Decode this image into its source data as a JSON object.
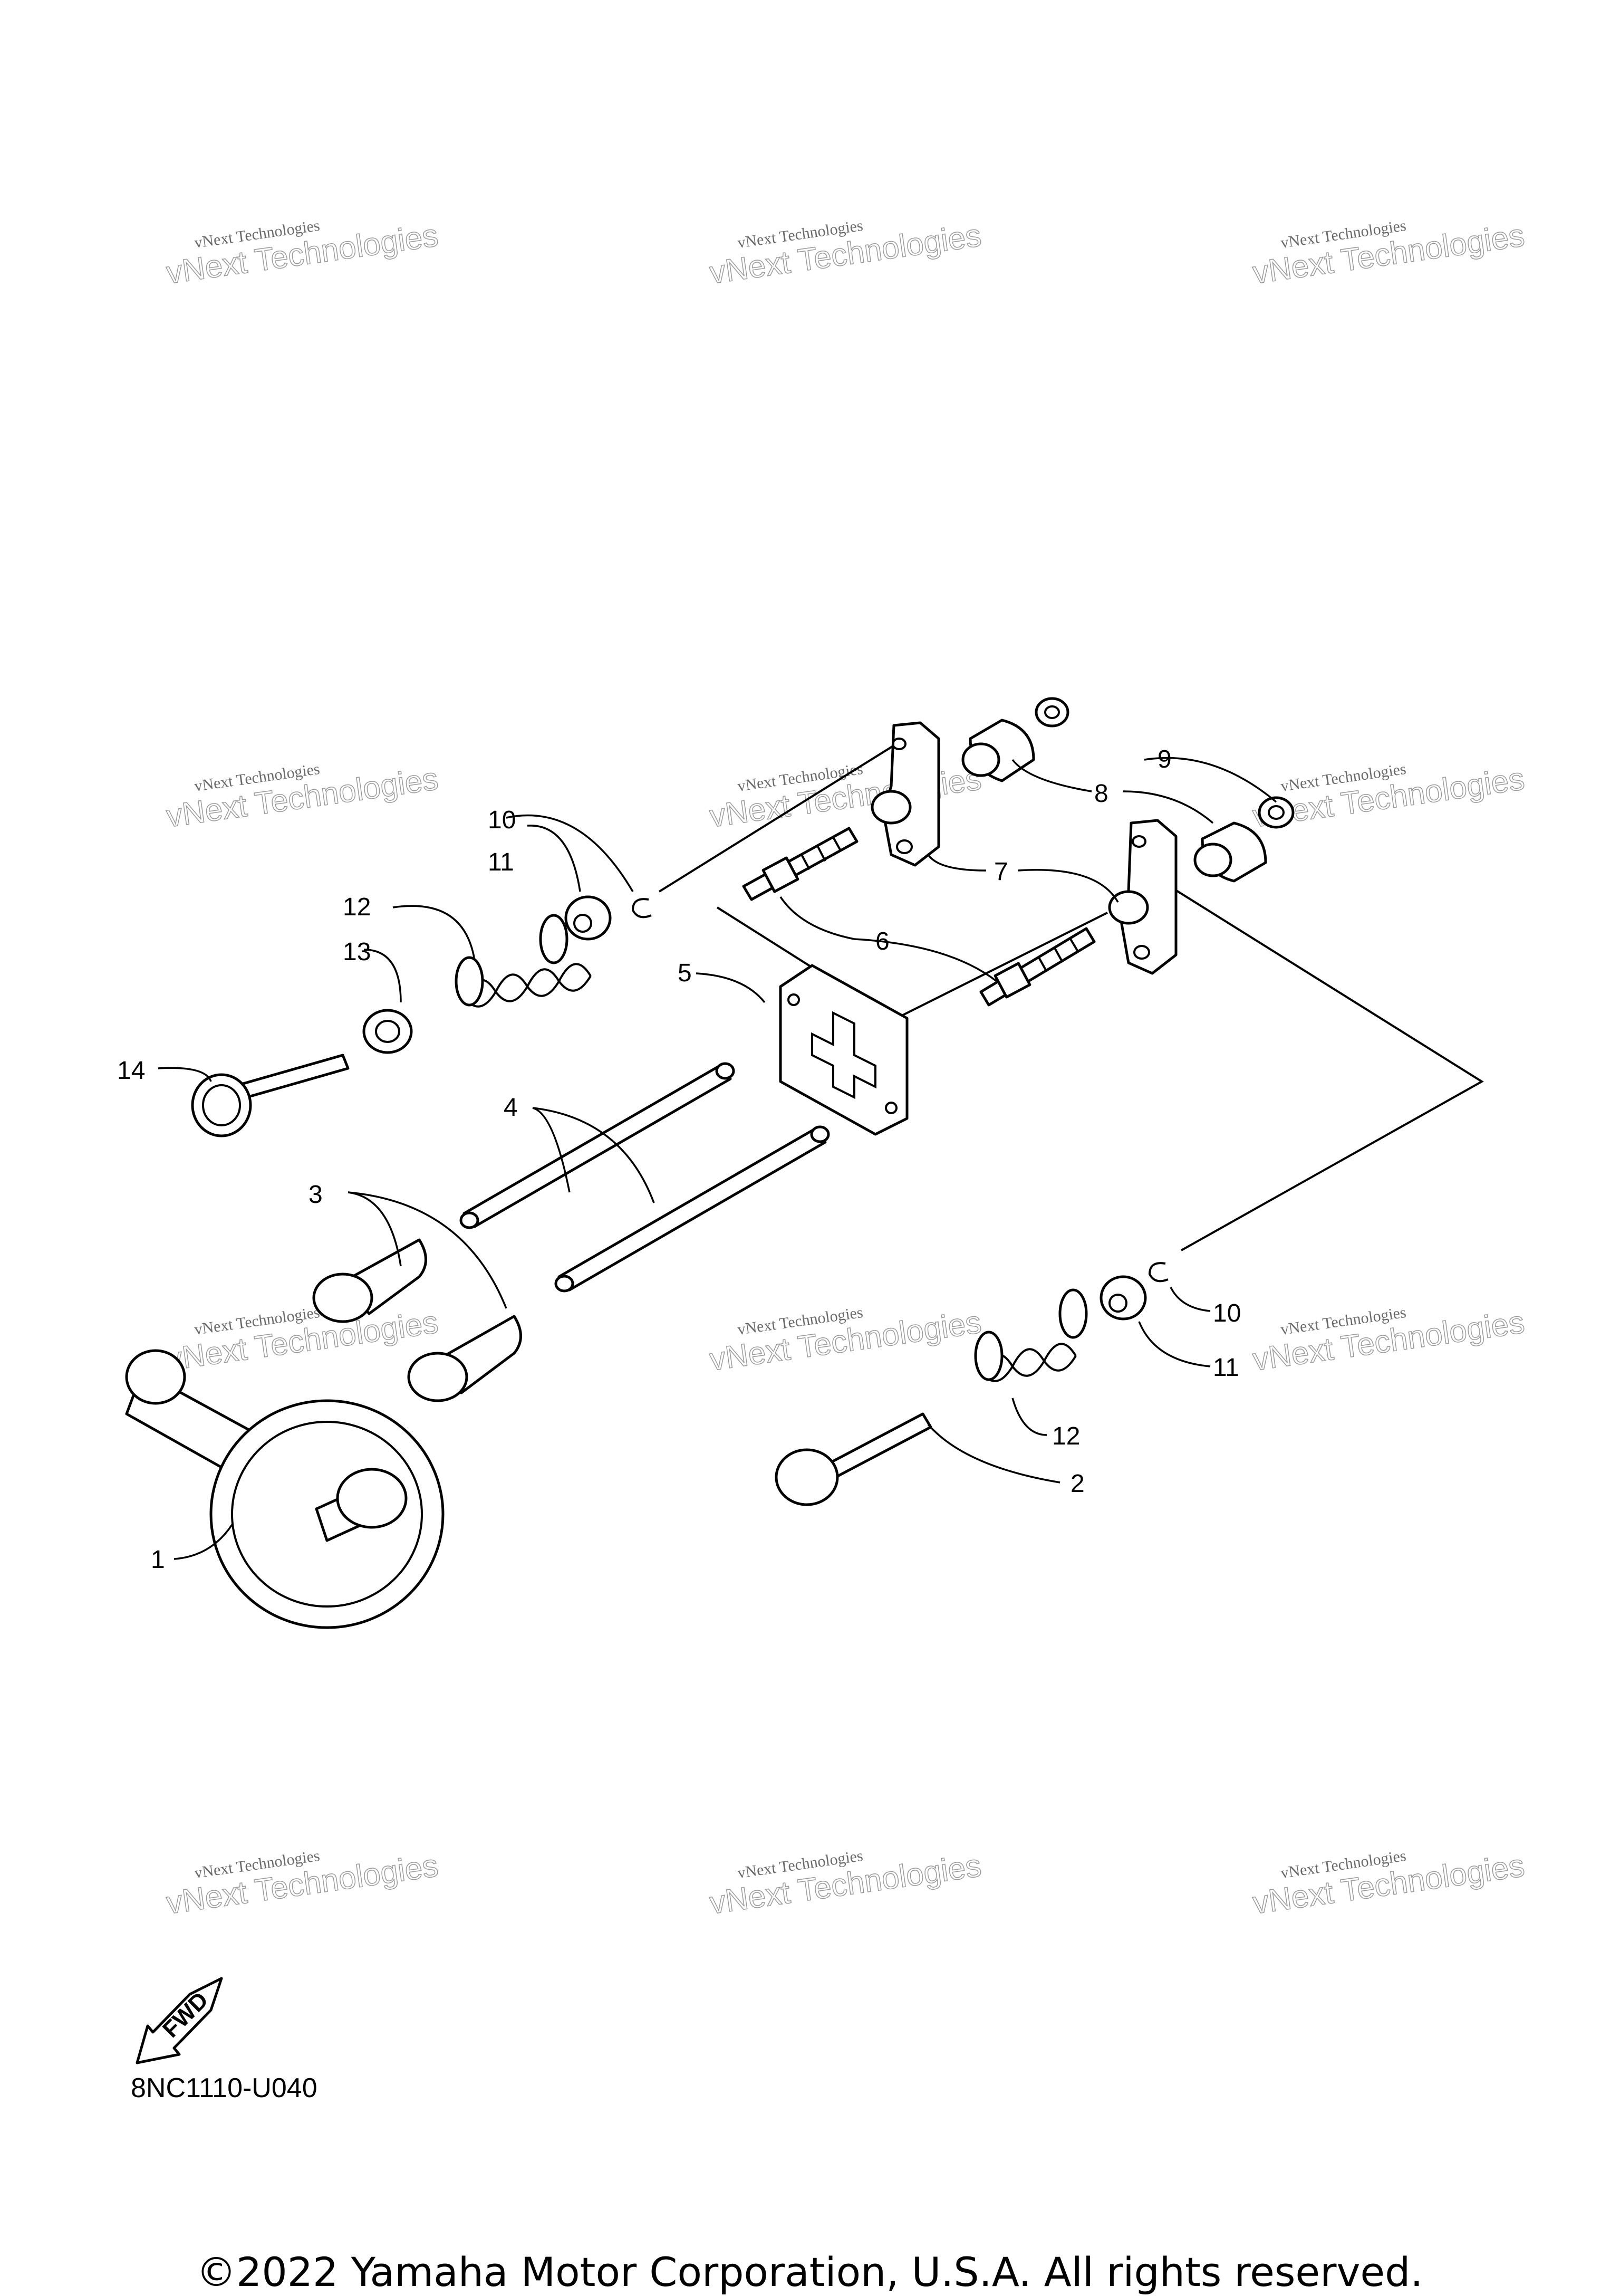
{
  "diagram": {
    "code": "8NC1110-U040",
    "copyright": "©2022 Yamaha Motor Corporation, U.S.A. All rights reserved.",
    "fwd_label": "FWD",
    "watermark": {
      "line1": "vNext Technologies",
      "line2": "vNext Technologies"
    },
    "callouts": {
      "c1": "1",
      "c2": "2",
      "c3": "3",
      "c4": "4",
      "c5": "5",
      "c6": "6",
      "c7": "7",
      "c8": "8",
      "c9": "9",
      "c10a": "10",
      "c10b": "10",
      "c11a": "11",
      "c11b": "11",
      "c12a": "12",
      "c12b": "12",
      "c13": "13",
      "c14": "14"
    }
  }
}
